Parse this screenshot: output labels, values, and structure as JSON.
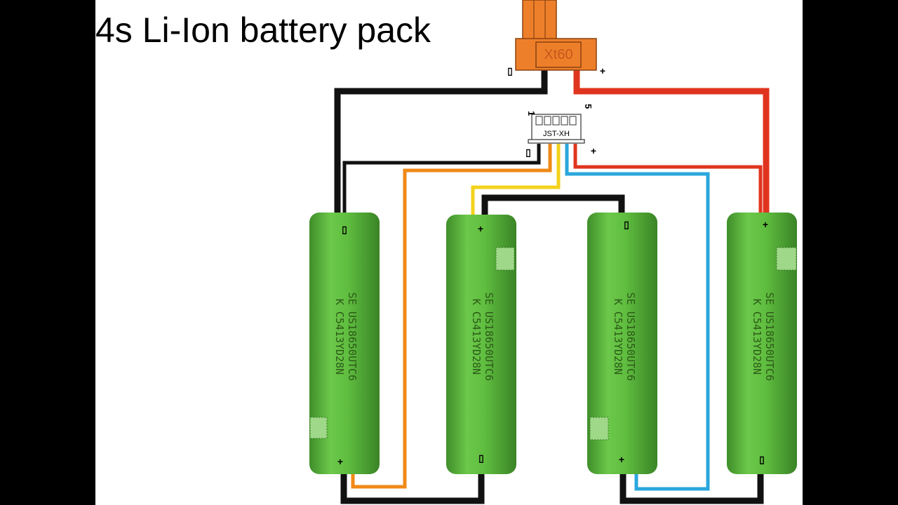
{
  "title": "4s Li-Ion battery pack",
  "connectors": {
    "xt60": {
      "label": "Xt60",
      "neg_symbol": "▯",
      "pos_symbol": "+"
    },
    "jst": {
      "label": "JST-XH",
      "pin_first": "1",
      "pin_last": "5",
      "neg_symbol": "▯",
      "pos_symbol": "+"
    }
  },
  "cells": [
    {
      "top_terminal": "▯",
      "bottom_terminal": "+",
      "line1": "SE US18650UTC6",
      "line2": "K C5413YD28N"
    },
    {
      "top_terminal": "+",
      "bottom_terminal": "▯",
      "line1": "SE US18650UTC6",
      "line2": "K C5413YD28N"
    },
    {
      "top_terminal": "▯",
      "bottom_terminal": "+",
      "line1": "SE US18650UTC6",
      "line2": "K C5413YD28N"
    },
    {
      "top_terminal": "+",
      "bottom_terminal": "▯",
      "line1": "SE US18650UTC6",
      "line2": "K C5413YD28N"
    }
  ],
  "colors": {
    "cell_green": "#57b33a",
    "wire_black": "#111111",
    "wire_red": "#e0341f",
    "wire_orange": "#ef8a17",
    "wire_yellow": "#f3d21c",
    "wire_blue": "#2aa7dd",
    "xt60_orange": "#ee7f2a"
  }
}
